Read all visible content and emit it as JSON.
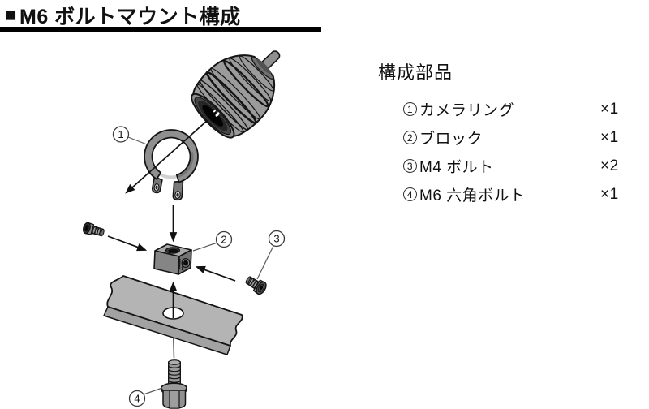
{
  "header": {
    "marker": "■",
    "title": "M6 ボルトマウント構成"
  },
  "parts_list": {
    "heading": "構成部品",
    "items": [
      {
        "number": "1",
        "name": "カメラリング",
        "qty": "×1"
      },
      {
        "number": "2",
        "name": "ブロック",
        "qty": "×1"
      },
      {
        "number": "3",
        "name": "M4 ボルト",
        "qty": "×2"
      },
      {
        "number": "4",
        "name": "M6 六角ボルト",
        "qty": "×1"
      }
    ]
  },
  "diagram": {
    "callouts": [
      {
        "label": "1",
        "part": "camera-ring"
      },
      {
        "label": "2",
        "part": "block"
      },
      {
        "label": "3",
        "part": "m4-bolt"
      },
      {
        "label": "4",
        "part": "m6-hex-bolt"
      }
    ],
    "colors": {
      "outline": "#141414",
      "body_gray": "#9b9b9b",
      "dark_gray": "#4a4a4a",
      "plate_gray": "#b4b4b4",
      "background": "#ffffff"
    }
  }
}
